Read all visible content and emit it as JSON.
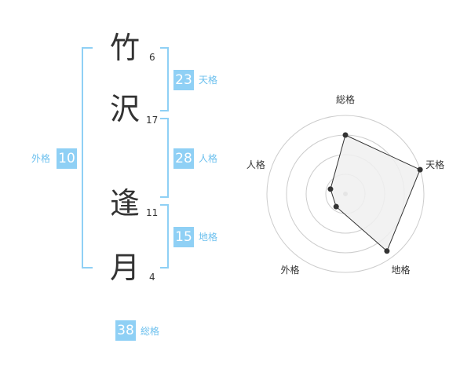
{
  "name": {
    "chars": [
      {
        "char": "竹",
        "strokes": "6"
      },
      {
        "char": "沢",
        "strokes": "17"
      },
      {
        "char": "逢",
        "strokes": "11"
      },
      {
        "char": "月",
        "strokes": "4"
      }
    ]
  },
  "fortunes": {
    "tenkaku": {
      "value": "23",
      "label": "天格"
    },
    "jinkaku": {
      "value": "28",
      "label": "人格"
    },
    "chikaku": {
      "value": "15",
      "label": "地格"
    },
    "gaikaku": {
      "value": "10",
      "label": "外格"
    },
    "soukaku": {
      "value": "38",
      "label": "総格"
    }
  },
  "chart_data": {
    "type": "radar",
    "axes": [
      "総格",
      "天格",
      "地格",
      "外格",
      "人格"
    ],
    "values": [
      0.75,
      1.0,
      0.9,
      0.2,
      0.2
    ],
    "rings": 4,
    "colors": {
      "fill": "#f0f0f0",
      "line": "#333333",
      "grid": "#cccccc",
      "center": "#aaaaaa"
    }
  }
}
